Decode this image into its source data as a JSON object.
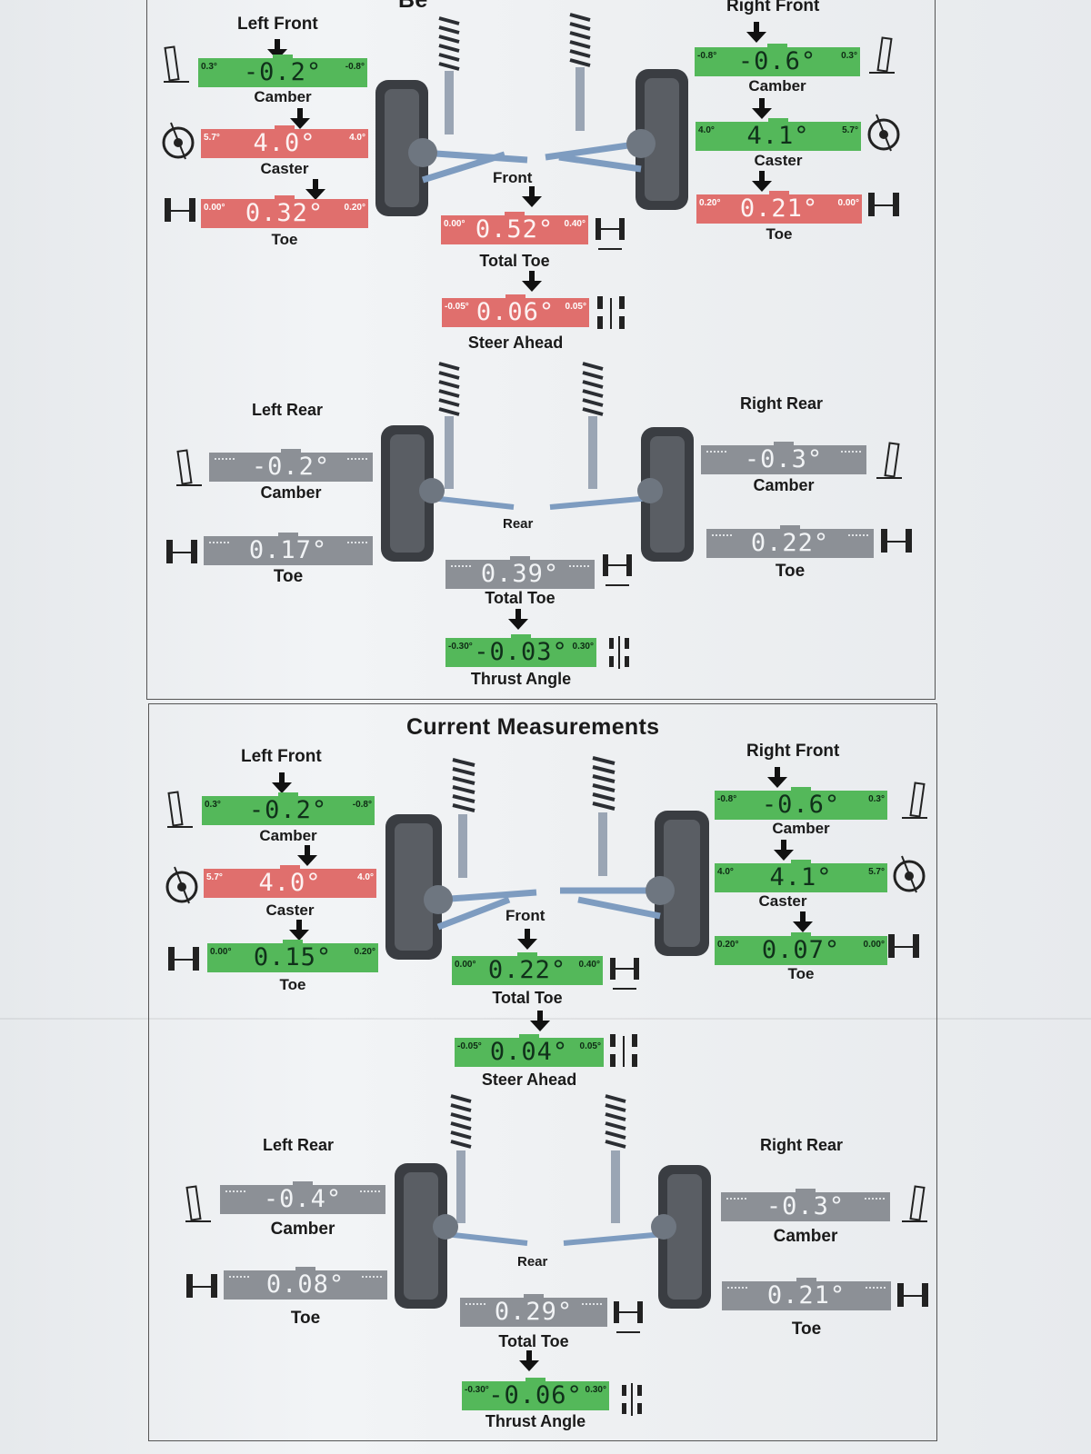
{
  "before": {
    "title_fragment": "Be",
    "front": {
      "left_label": "Left Front",
      "right_label": "Right Front",
      "axle_label": "Front",
      "left_camber": {
        "value": "-0.2°",
        "min": "0.3°",
        "max": "-0.8°",
        "label": "Camber",
        "status": "green"
      },
      "left_caster": {
        "value": "4.0°",
        "min": "5.7°",
        "max": "4.0°",
        "label": "Caster",
        "status": "red"
      },
      "left_toe": {
        "value": "0.32°",
        "min": "0.00°",
        "max": "0.20°",
        "label": "Toe",
        "status": "red"
      },
      "right_camber": {
        "value": "-0.6°",
        "min": "-0.8°",
        "max": "0.3°",
        "label": "Camber",
        "status": "green"
      },
      "right_caster": {
        "value": "4.1°",
        "min": "4.0°",
        "max": "5.7°",
        "label": "Caster",
        "status": "green"
      },
      "right_toe": {
        "value": "0.21°",
        "min": "0.20°",
        "max": "0.00°",
        "label": "Toe",
        "status": "red"
      },
      "total_toe": {
        "value": "0.52°",
        "min": "0.00°",
        "max": "0.40°",
        "label": "Total Toe",
        "status": "red"
      },
      "steer_ahead": {
        "value": "0.06°",
        "min": "-0.05°",
        "max": "0.05°",
        "label": "Steer Ahead",
        "status": "red"
      }
    },
    "rear": {
      "left_label": "Left Rear",
      "right_label": "Right Rear",
      "axle_label": "Rear",
      "left_camber": {
        "value": "-0.2°",
        "label": "Camber",
        "status": "gray"
      },
      "left_toe": {
        "value": "0.17°",
        "label": "Toe",
        "status": "gray"
      },
      "right_camber": {
        "value": "-0.3°",
        "label": "Camber",
        "status": "gray"
      },
      "right_toe": {
        "value": "0.22°",
        "label": "Toe",
        "status": "gray"
      },
      "total_toe": {
        "value": "0.39°",
        "label": "Total Toe",
        "status": "gray"
      },
      "thrust_angle": {
        "value": "-0.03°",
        "min": "-0.30°",
        "max": "0.30°",
        "label": "Thrust Angle",
        "status": "green"
      }
    }
  },
  "current": {
    "title": "Current Measurements",
    "front": {
      "left_label": "Left Front",
      "right_label": "Right Front",
      "axle_label": "Front",
      "left_camber": {
        "value": "-0.2°",
        "min": "0.3°",
        "max": "-0.8°",
        "label": "Camber",
        "status": "green"
      },
      "left_caster": {
        "value": "4.0°",
        "min": "5.7°",
        "max": "4.0°",
        "label": "Caster",
        "status": "red"
      },
      "left_toe": {
        "value": "0.15°",
        "min": "0.00°",
        "max": "0.20°",
        "label": "Toe",
        "status": "green"
      },
      "right_camber": {
        "value": "-0.6°",
        "min": "-0.8°",
        "max": "0.3°",
        "label": "Camber",
        "status": "green"
      },
      "right_caster": {
        "value": "4.1°",
        "min": "4.0°",
        "max": "5.7°",
        "label": "Caster",
        "status": "green"
      },
      "right_toe": {
        "value": "0.07°",
        "min": "0.20°",
        "max": "0.00°",
        "label": "Toe",
        "status": "green"
      },
      "total_toe": {
        "value": "0.22°",
        "min": "0.00°",
        "max": "0.40°",
        "label": "Total Toe",
        "status": "green"
      },
      "steer_ahead": {
        "value": "0.04°",
        "min": "-0.05°",
        "max": "0.05°",
        "label": "Steer Ahead",
        "status": "green"
      }
    },
    "rear": {
      "left_label": "Left Rear",
      "right_label": "Right Rear",
      "axle_label": "Rear",
      "left_camber": {
        "value": "-0.4°",
        "label": "Camber",
        "status": "gray"
      },
      "left_toe": {
        "value": "0.08°",
        "label": "Toe",
        "status": "gray"
      },
      "right_camber": {
        "value": "-0.3°",
        "label": "Camber",
        "status": "gray"
      },
      "right_toe": {
        "value": "0.21°",
        "label": "Toe",
        "status": "gray"
      },
      "total_toe": {
        "value": "0.29°",
        "label": "Total Toe",
        "status": "gray"
      },
      "thrust_angle": {
        "value": "-0.06°",
        "min": "-0.30°",
        "max": "0.30°",
        "label": "Thrust Angle",
        "status": "green"
      }
    }
  },
  "colors": {
    "in_spec": "#54b85a",
    "out_of_spec": "#e06f6d",
    "no_spec": "#8c9096",
    "border": "#555555"
  },
  "icons": [
    "camber-icon",
    "caster-icon",
    "toe-icon",
    "total-toe-icon",
    "steer-ahead-icon",
    "thrust-angle-icon",
    "front-suspension-icon",
    "rear-suspension-icon"
  ]
}
